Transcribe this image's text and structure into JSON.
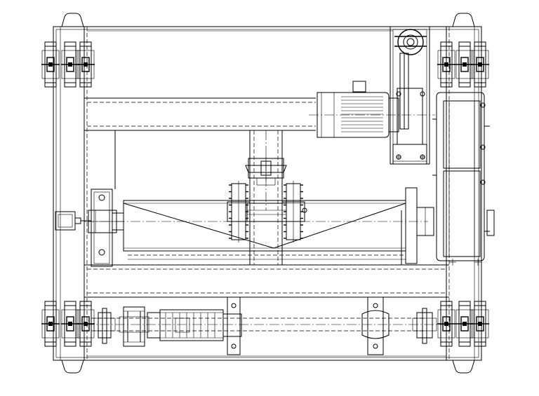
{
  "drawing": {
    "type": "mechanical-assembly-plan-view",
    "line_color": "#000000",
    "background_color": "#ffffff",
    "components": [
      "base-frame",
      "frame-feet",
      "vertical-bearing-units",
      "drive-motor",
      "gearbox",
      "belt-tensioner",
      "horizontal-drum",
      "sprocket-pair",
      "belt-pulley",
      "lower-drive-shaft",
      "lower-shaft-motor",
      "pillow-block-bearings",
      "small-junction-box"
    ]
  }
}
